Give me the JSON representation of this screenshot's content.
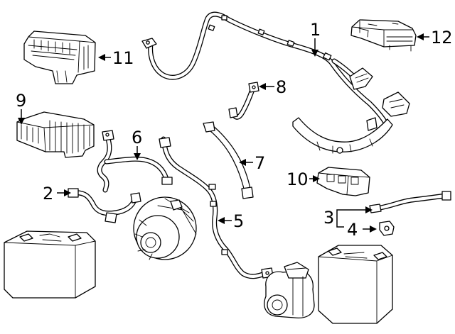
{
  "callouts": [
    {
      "id": "1",
      "text": "1"
    },
    {
      "id": "2",
      "text": "2"
    },
    {
      "id": "3",
      "text": "3"
    },
    {
      "id": "4",
      "text": "4"
    },
    {
      "id": "5",
      "text": "5"
    },
    {
      "id": "6",
      "text": "6"
    },
    {
      "id": "7",
      "text": "7"
    },
    {
      "id": "8",
      "text": "8"
    },
    {
      "id": "9",
      "text": "9"
    },
    {
      "id": "10",
      "text": "10"
    },
    {
      "id": "11",
      "text": "11"
    },
    {
      "id": "12",
      "text": "12"
    }
  ]
}
